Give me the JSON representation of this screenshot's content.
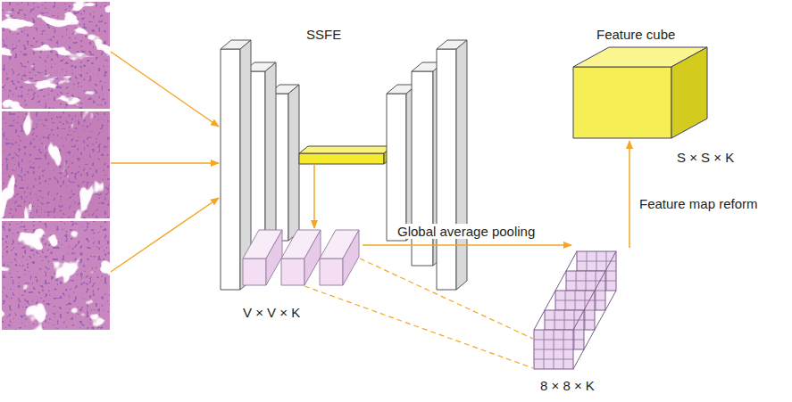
{
  "diagram": {
    "nodes": [
      {
        "text": [
          "SSFE"
        ]
      },
      {
        "text": [
          "V × V × K"
        ]
      },
      {
        "text": [
          "8 × 8 × K"
        ]
      },
      {
        "text": [
          "Feature cube",
          "S × S × K"
        ]
      }
    ],
    "edges": [
      {
        "from": 0,
        "to": 1,
        "arrow": "to"
      },
      {
        "from": 1,
        "to": 2,
        "label": "Global average pooling",
        "arrow": "to"
      },
      {
        "from": 2,
        "to": 3,
        "label": "Feature map reform",
        "arrow": "to"
      }
    ]
  }
}
